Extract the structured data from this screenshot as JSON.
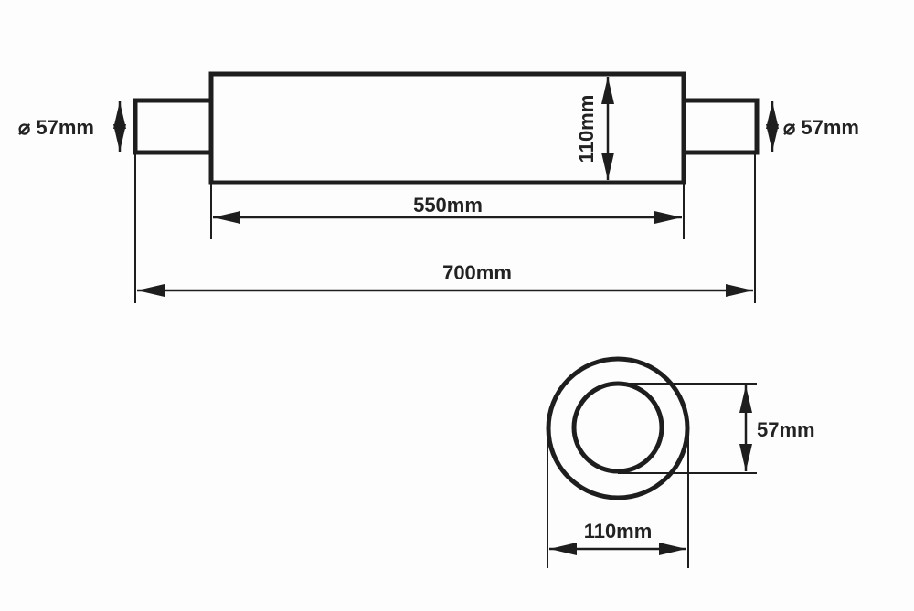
{
  "side_view": {
    "left_pipe_label": "⌀ 57mm",
    "right_pipe_label": "⌀ 57mm",
    "body_height_label": "110mm",
    "body_length_label": "550mm",
    "total_length_label": "700mm"
  },
  "end_view": {
    "inner_diameter_label": "57mm",
    "outer_diameter_label": "110mm"
  },
  "colors": {
    "line": "#1e1e1e",
    "background": "#fdfdfd"
  }
}
